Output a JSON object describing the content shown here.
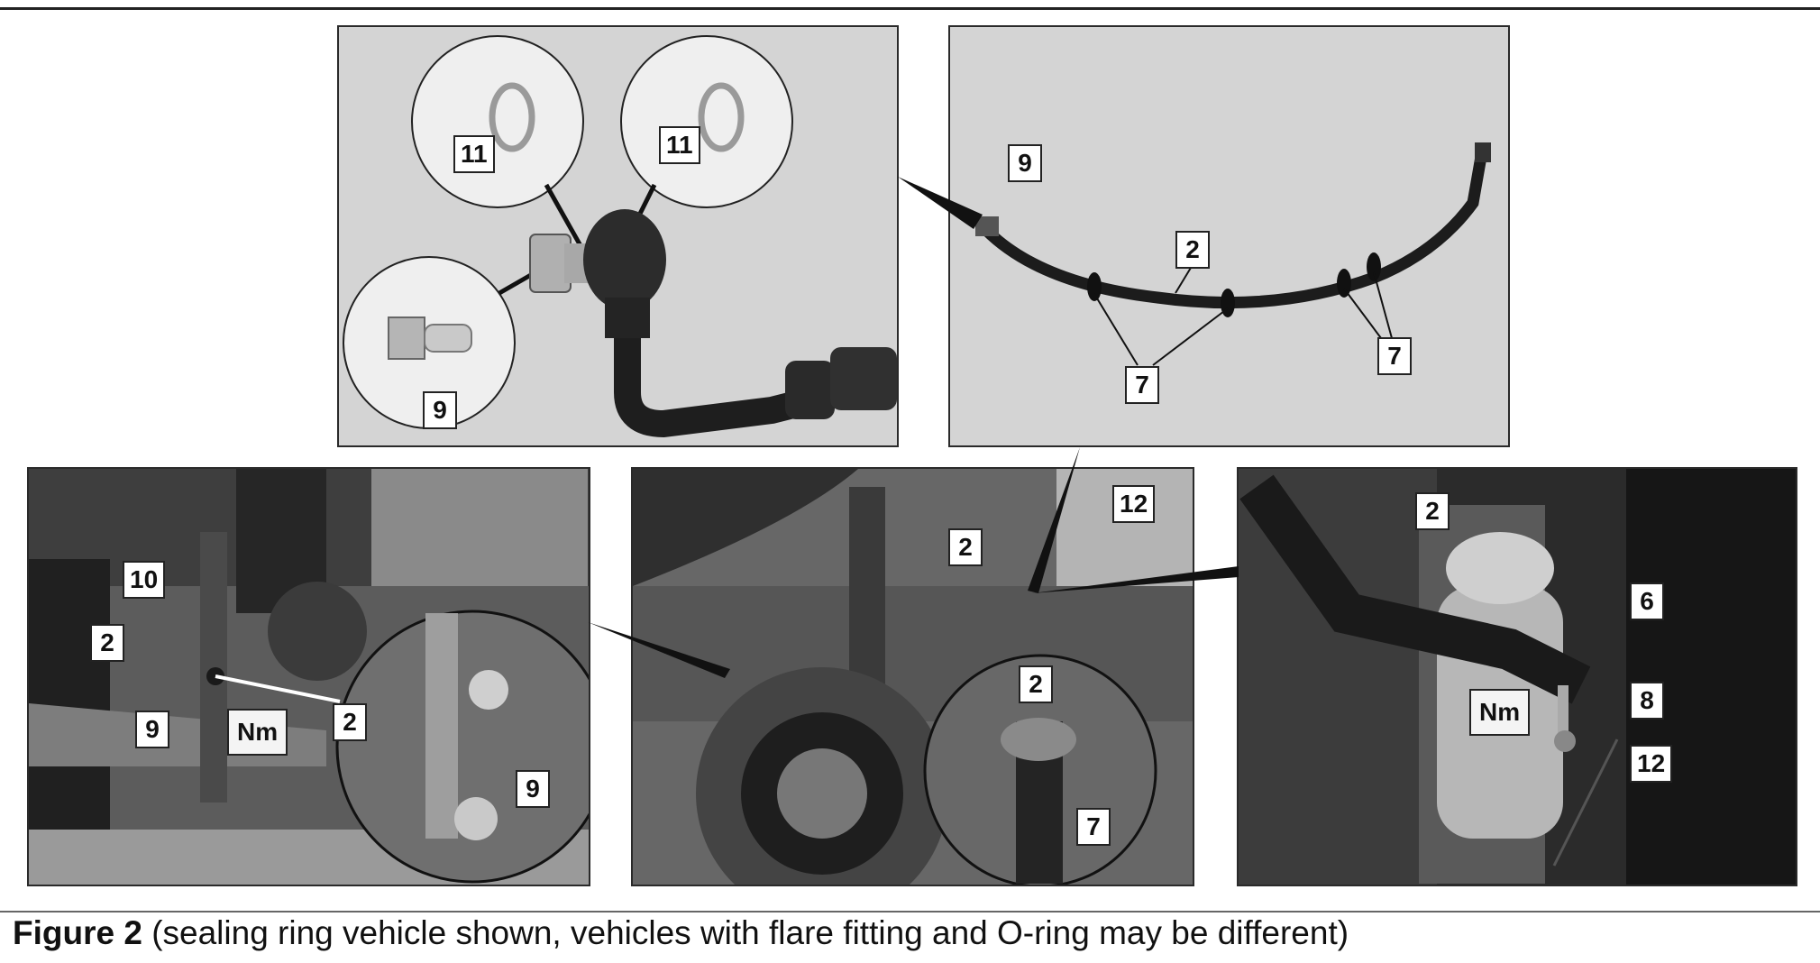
{
  "figure": {
    "caption_label": "Figure 2",
    "caption_text": " (sealing ring vehicle shown, vehicles with flare fitting and O-ring may be different)"
  },
  "panels": {
    "fitting_detail": {
      "callouts": [
        "11",
        "11",
        "9"
      ]
    },
    "line_overview": {
      "callouts": [
        "9",
        "2",
        "7",
        "7"
      ]
    },
    "rear_left": {
      "callouts": [
        "10",
        "2",
        "9",
        "2",
        "9"
      ],
      "torque": "Nm"
    },
    "rear_center": {
      "callouts": [
        "12",
        "2",
        "2",
        "7"
      ]
    },
    "rear_right": {
      "callouts": [
        "2",
        "6",
        "8",
        "12"
      ],
      "torque": "Nm"
    }
  }
}
